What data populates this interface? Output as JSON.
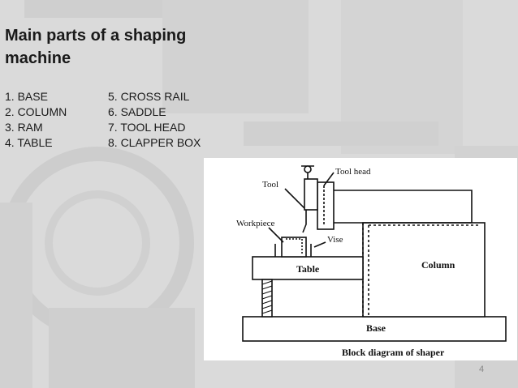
{
  "slide": {
    "title": "Main parts of a shaping machine",
    "parts_left": [
      "1. BASE",
      "2. COLUMN",
      "3. RAM",
      "4. TABLE"
    ],
    "parts_right": [
      "5. CROSS RAIL",
      "6. SADDLE",
      "7. TOOL HEAD",
      "8. CLAPPER BOX"
    ],
    "page_number": "4"
  },
  "diagram": {
    "labels": {
      "tool_head": "Tool head",
      "tool": "Tool",
      "workpiece": "Workpiece",
      "vise": "Vise",
      "table": "Table",
      "column": "Column",
      "base": "Base"
    },
    "caption": "Block diagram of shaper"
  },
  "colors": {
    "background": "#dcdcdc",
    "text": "#1a1a1a",
    "diagram_bg": "#ffffff"
  }
}
